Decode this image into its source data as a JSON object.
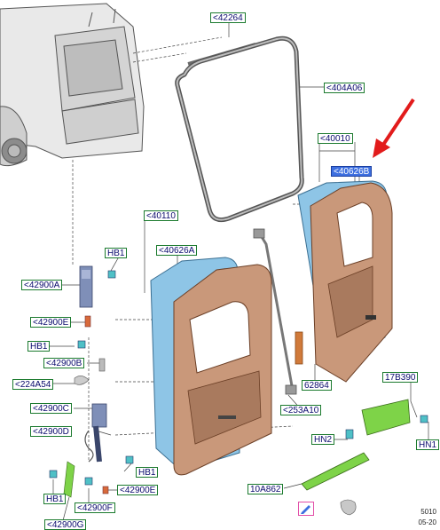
{
  "callouts": {
    "c42264": "<42264",
    "c404a06": "<404A06",
    "c40010": "<40010",
    "c40626b": "<40626B",
    "c40110": "<40110",
    "c40626a": "<40626A",
    "hb1_top": "HB1",
    "c42900a": "<42900A",
    "c42900e_top": "<42900E",
    "hb1_mid": "HB1",
    "c42900b": "<42900B",
    "c224a54": "<224A54",
    "c42900c": "<42900C",
    "c42900d": "<42900D",
    "hb1_bottom": "HB1",
    "c42900e_bottom": "<42900E",
    "hb1_left": "HB1",
    "c42900f": "<42900F",
    "c42900g": "<42900G",
    "c62864": "62864",
    "c253a10": "<253A10",
    "c17b390": "17B390",
    "hn1": "HN1",
    "hn2": "HN2",
    "c10a862": "10A862"
  },
  "footer": {
    "ref_top": "5010",
    "ref_bottom": "05-20"
  },
  "colors": {
    "panel_brown": "#c9987a",
    "panel_blue": "#8ec5e6",
    "label_border": "#1b7a2e",
    "highlight_label": "#3d6fe0",
    "arrow_red": "#e21b1b",
    "pad_green": "#7ed348"
  }
}
